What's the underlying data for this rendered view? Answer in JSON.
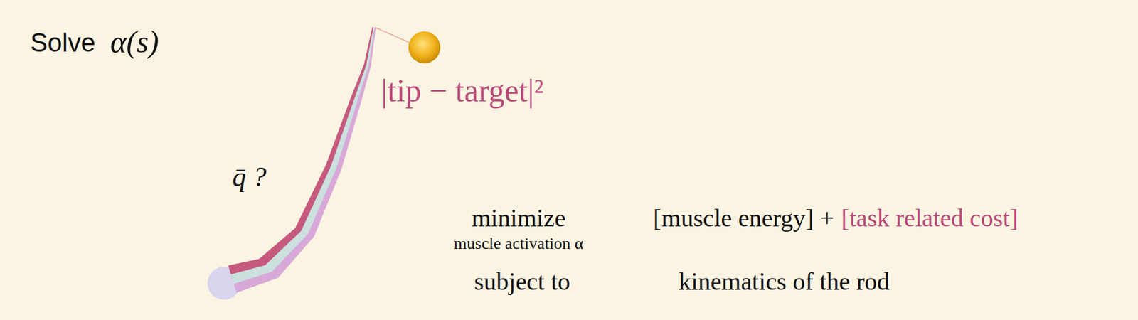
{
  "diagram": {
    "labels": [
      "Solve",
      "α(s)",
      "|tip − target|²",
      "q̄ ?",
      "minimize",
      "muscle activation α",
      "[muscle energy] +",
      "[task related cost]",
      "subject to",
      "kinematics of the rod"
    ]
  }
}
